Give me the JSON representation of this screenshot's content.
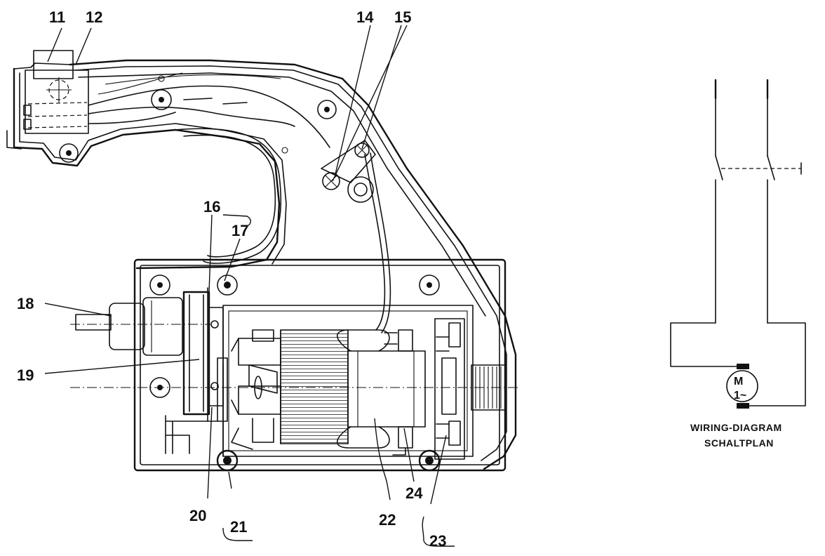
{
  "parts": {
    "p11": "11",
    "p12": "12",
    "p14": "14",
    "p15": "15",
    "p16": "16",
    "p17": "17",
    "p18": "18",
    "p19": "19",
    "p20": "20",
    "p21": "21",
    "p22": "22",
    "p23": "23",
    "p24": "24"
  },
  "wiring": {
    "caption_line1": "WIRING-DIAGRAM",
    "caption_line2": "SCHALTPLAN",
    "motor_symbol": "M",
    "motor_phase": "1~"
  }
}
